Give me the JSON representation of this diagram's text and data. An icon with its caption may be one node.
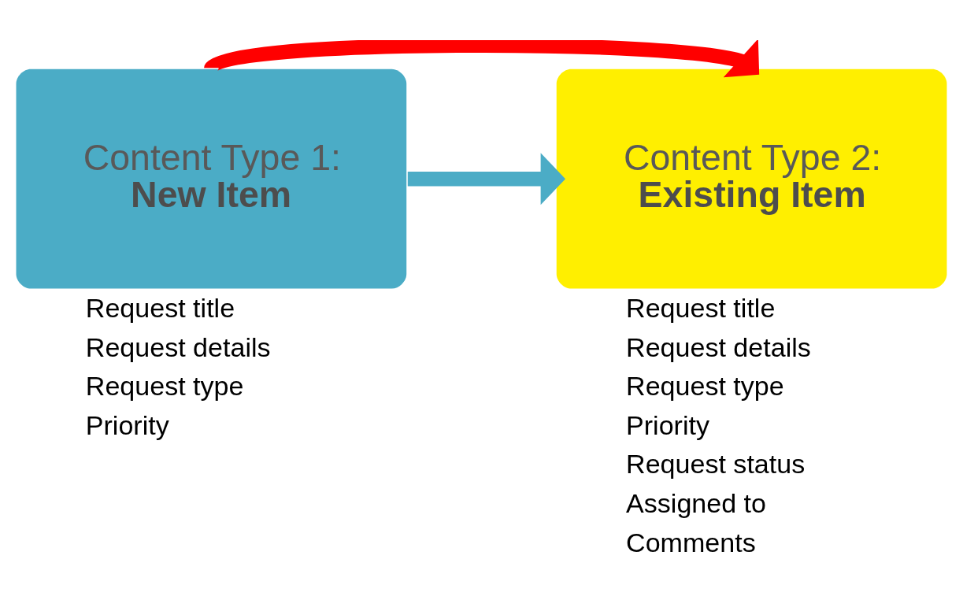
{
  "diagram": {
    "nodes": [
      {
        "text": [
          "Content Type 1:",
          "New Item"
        ],
        "beside": [
          "Request title",
          "Request details",
          "Request type",
          "Priority"
        ]
      },
      {
        "text": [
          "Content Type 2:",
          "Existing Item"
        ],
        "beside": [
          "Request title",
          "Request details",
          "Request type",
          "Priority",
          "Request status",
          "Assigned to",
          "Comments"
        ]
      }
    ],
    "edges": [
      {
        "from": 0,
        "to": 1,
        "arrow": "to",
        "color": "#ff0000"
      },
      {
        "from": 0,
        "to": 1,
        "arrow": "to",
        "color": "#4bacc6"
      }
    ]
  }
}
